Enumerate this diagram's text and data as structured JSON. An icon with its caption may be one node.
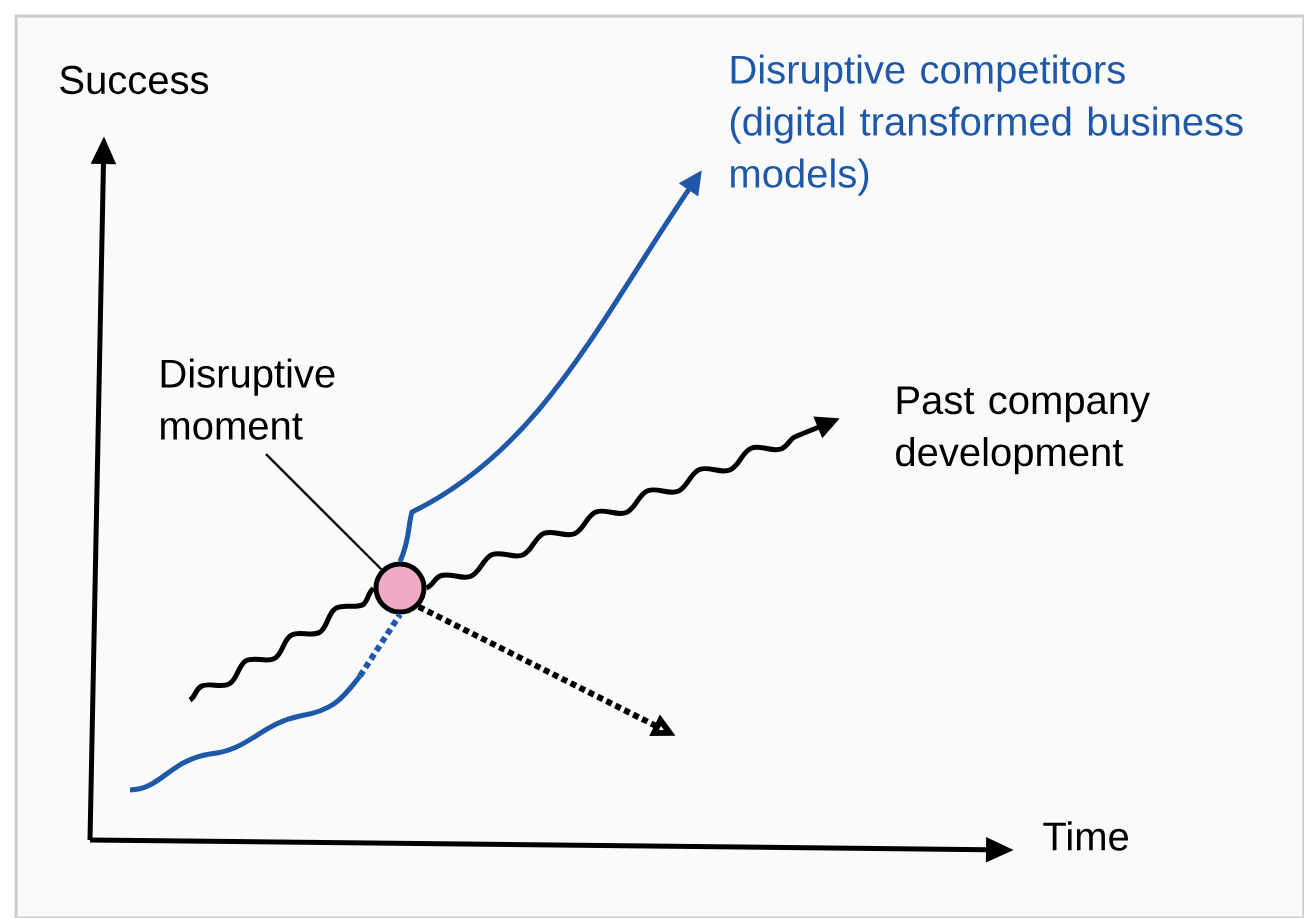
{
  "diagram": {
    "nodes": [
      {
        "text": [
          "Disruptive moment"
        ]
      },
      {
        "text": [],
        "shape": "circle"
      },
      {
        "text": [
          "Disruptive competitors (digital transformed business models)"
        ]
      },
      {
        "text": [
          "Past company development"
        ]
      }
    ],
    "edges": [
      {
        "from": 0,
        "to": 1,
        "arrow": "none"
      },
      {
        "from": null,
        "to": 1,
        "arrow": "none",
        "color": "#1f58a8"
      },
      {
        "from": 1,
        "to": 2,
        "arrow": "to",
        "color": "#1f58a8"
      },
      {
        "from": null,
        "to": 1,
        "arrow": "none"
      },
      {
        "from": 1,
        "to": 3,
        "arrow": "to"
      },
      {
        "from": 1,
        "to": null,
        "arrow": "to",
        "style": "dashed"
      }
    ],
    "labels": [
      "Success",
      "Time"
    ]
  }
}
